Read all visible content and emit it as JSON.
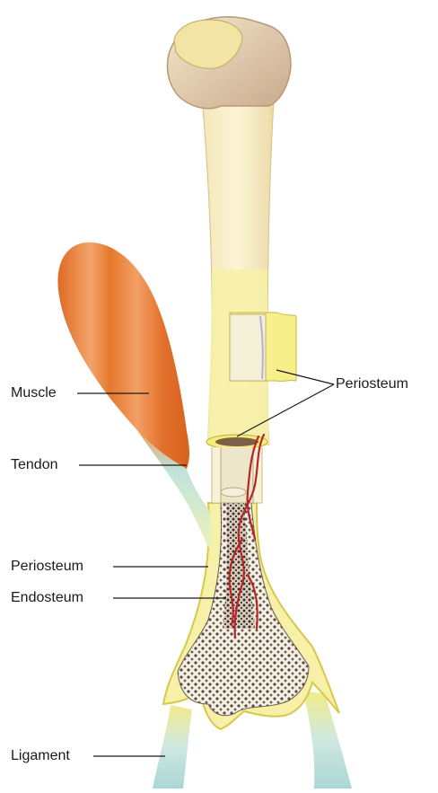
{
  "labels": {
    "muscle": "Muscle",
    "tendon": "Tendon",
    "periosteum_upper": "Periosteum",
    "periosteum_lower": "Periosteum",
    "endosteum": "Endosteum",
    "ligament": "Ligament"
  },
  "colors": {
    "bone_head": "#ead8b4",
    "bone_shaft": "#f6edc2",
    "periosteum": "#f5ee6a",
    "muscle": "#e8843a",
    "tendon": "#bfe3dc",
    "spongy_bone": "#8a7a6a",
    "vessel": "#b8242a",
    "leader_line": "#1a1a1a"
  }
}
